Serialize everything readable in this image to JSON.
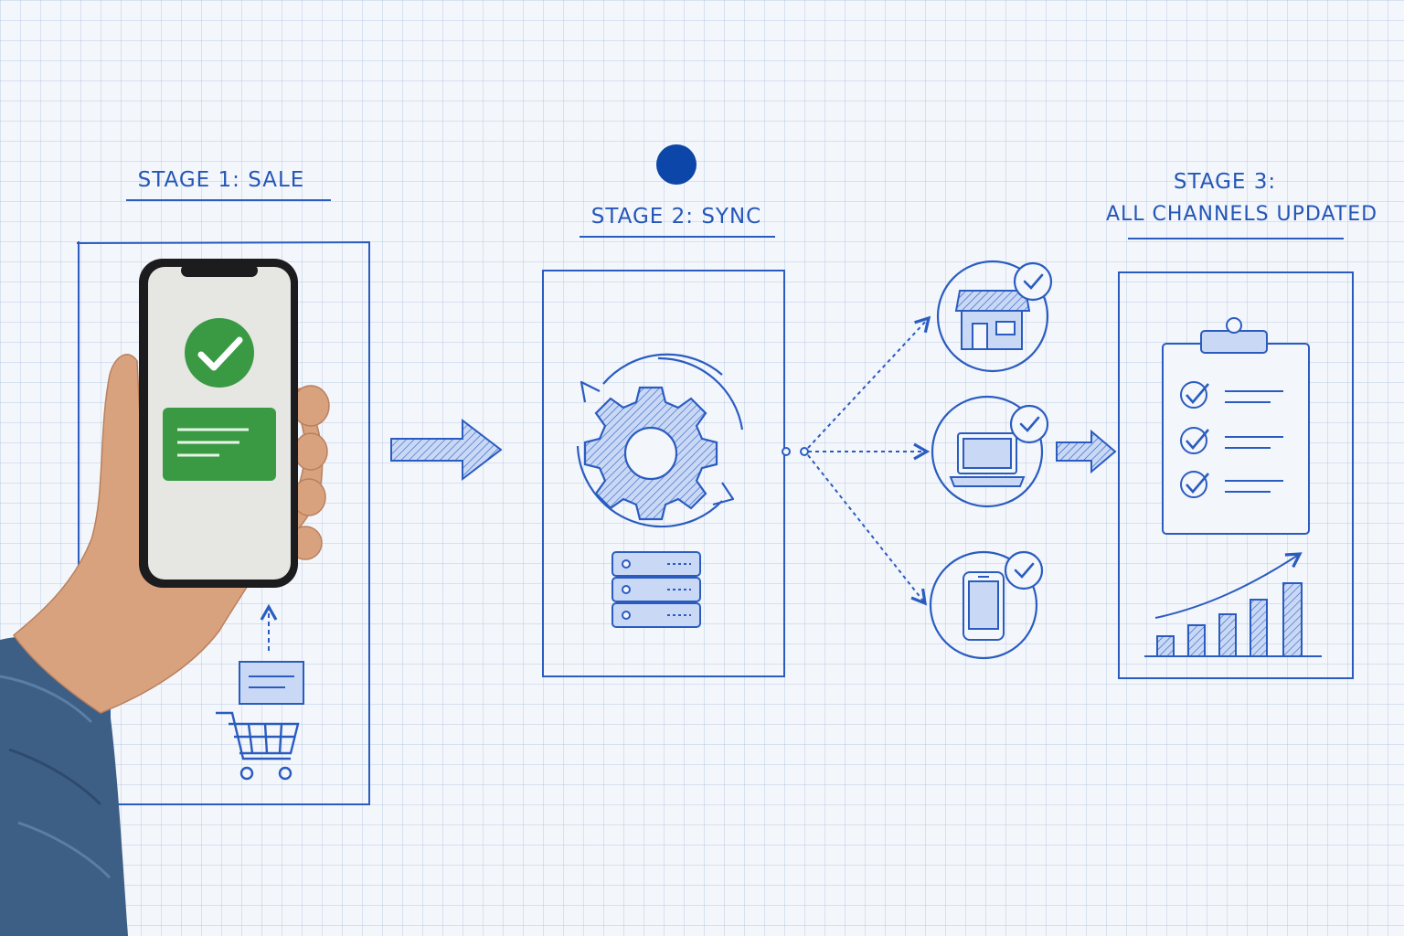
{
  "stages": [
    {
      "title": "STAGE 1: SALE"
    },
    {
      "title": "STAGE 2: SYNC"
    },
    {
      "title_line1": "STAGE 3:",
      "title_line2": "ALL CHANNELS UPDATED"
    }
  ],
  "channels": [
    {
      "icon": "storefront-icon",
      "status": "check-badge-icon"
    },
    {
      "icon": "laptop-icon",
      "status": "check-badge-icon"
    },
    {
      "icon": "smartphone-icon",
      "status": "check-badge-icon"
    }
  ],
  "colors": {
    "ink": "#2a5cc0",
    "ink_light": "#c9d8f5",
    "paper": "#f3f6fb",
    "success": "#3a9a44",
    "dot": "#0c46a8",
    "skin": "#d9a27f",
    "sleeve": "#3d5f86"
  }
}
